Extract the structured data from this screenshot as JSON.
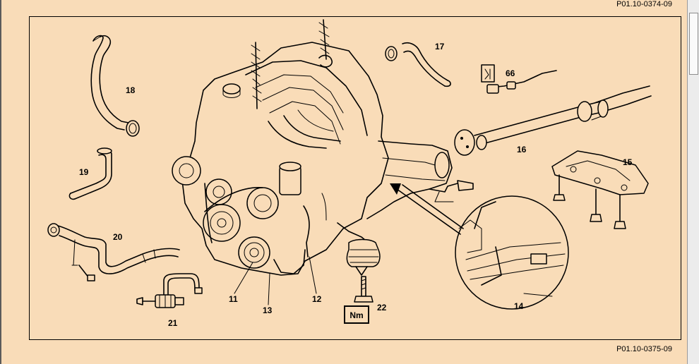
{
  "refs": {
    "top": "P01.10-0374-09",
    "bottom": "P01.10-0375-09"
  },
  "callouts": [
    {
      "id": "c11",
      "text": "11"
    },
    {
      "id": "c12",
      "text": "12"
    },
    {
      "id": "c13",
      "text": "13"
    },
    {
      "id": "c14",
      "text": "14"
    },
    {
      "id": "c15",
      "text": "15"
    },
    {
      "id": "c16",
      "text": "16"
    },
    {
      "id": "c17",
      "text": "17"
    },
    {
      "id": "c18",
      "text": "18"
    },
    {
      "id": "c19",
      "text": "19"
    },
    {
      "id": "c20",
      "text": "20"
    },
    {
      "id": "c21",
      "text": "21"
    },
    {
      "id": "c22",
      "text": "22"
    },
    {
      "id": "c66",
      "text": "66"
    }
  ],
  "torque_badge": "Nm",
  "colors": {
    "background": "#f9dcb8",
    "line": "#000000"
  }
}
